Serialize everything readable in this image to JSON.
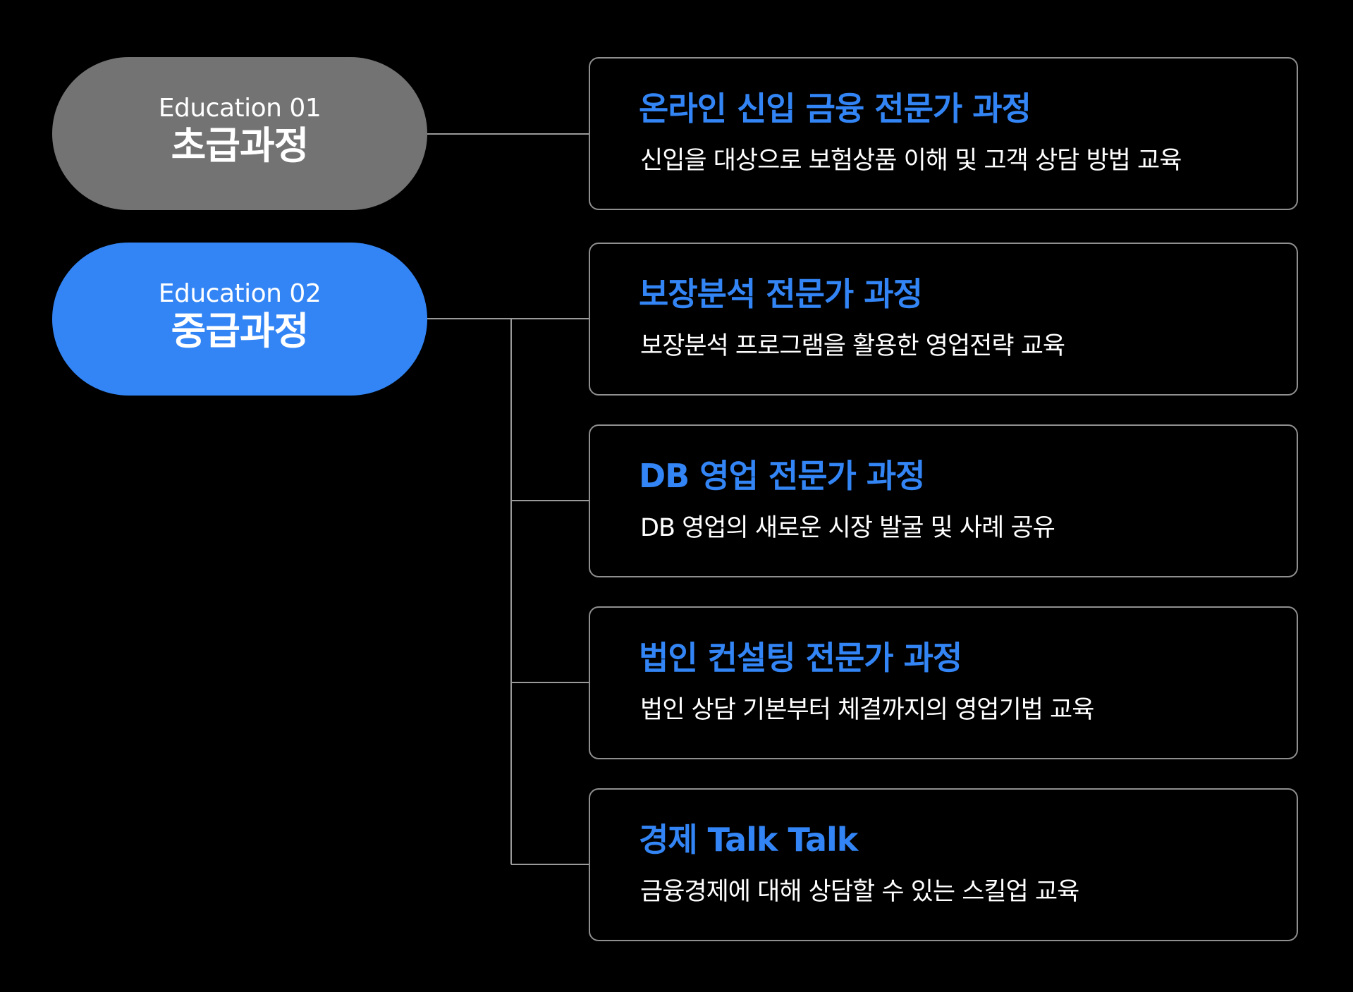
{
  "colors": {
    "background": "#000000",
    "level1_fill": "#737373",
    "level2_fill": "#3385f5",
    "course_title": "#3385f5",
    "course_desc": "#ffffff",
    "card_border": "#8f8f8f",
    "connector": "#9a9a9a"
  },
  "levels": [
    {
      "subtitle": "Education 01",
      "title": "초급과정"
    },
    {
      "subtitle": "Education 02",
      "title": "중급과정"
    }
  ],
  "courses": [
    {
      "title": "온라인 신입 금융 전문가 과정",
      "description": "신입을 대상으로 보험상품 이해 및 고객 상담 방법 교육"
    },
    {
      "title": "보장분석 전문가 과정",
      "description": "보장분석 프로그램을 활용한 영업전략 교육"
    },
    {
      "title": "DB 영업 전문가 과정",
      "description": "DB 영업의 새로운 시장 발굴 및 사례 공유"
    },
    {
      "title": "법인 컨설팅 전문가 과정",
      "description": "법인 상담 기본부터 체결까지의 영업기법 교육"
    },
    {
      "title": "경제 Talk Talk",
      "description": "금융경제에 대해 상담할 수 있는 스킬업 교육"
    }
  ]
}
